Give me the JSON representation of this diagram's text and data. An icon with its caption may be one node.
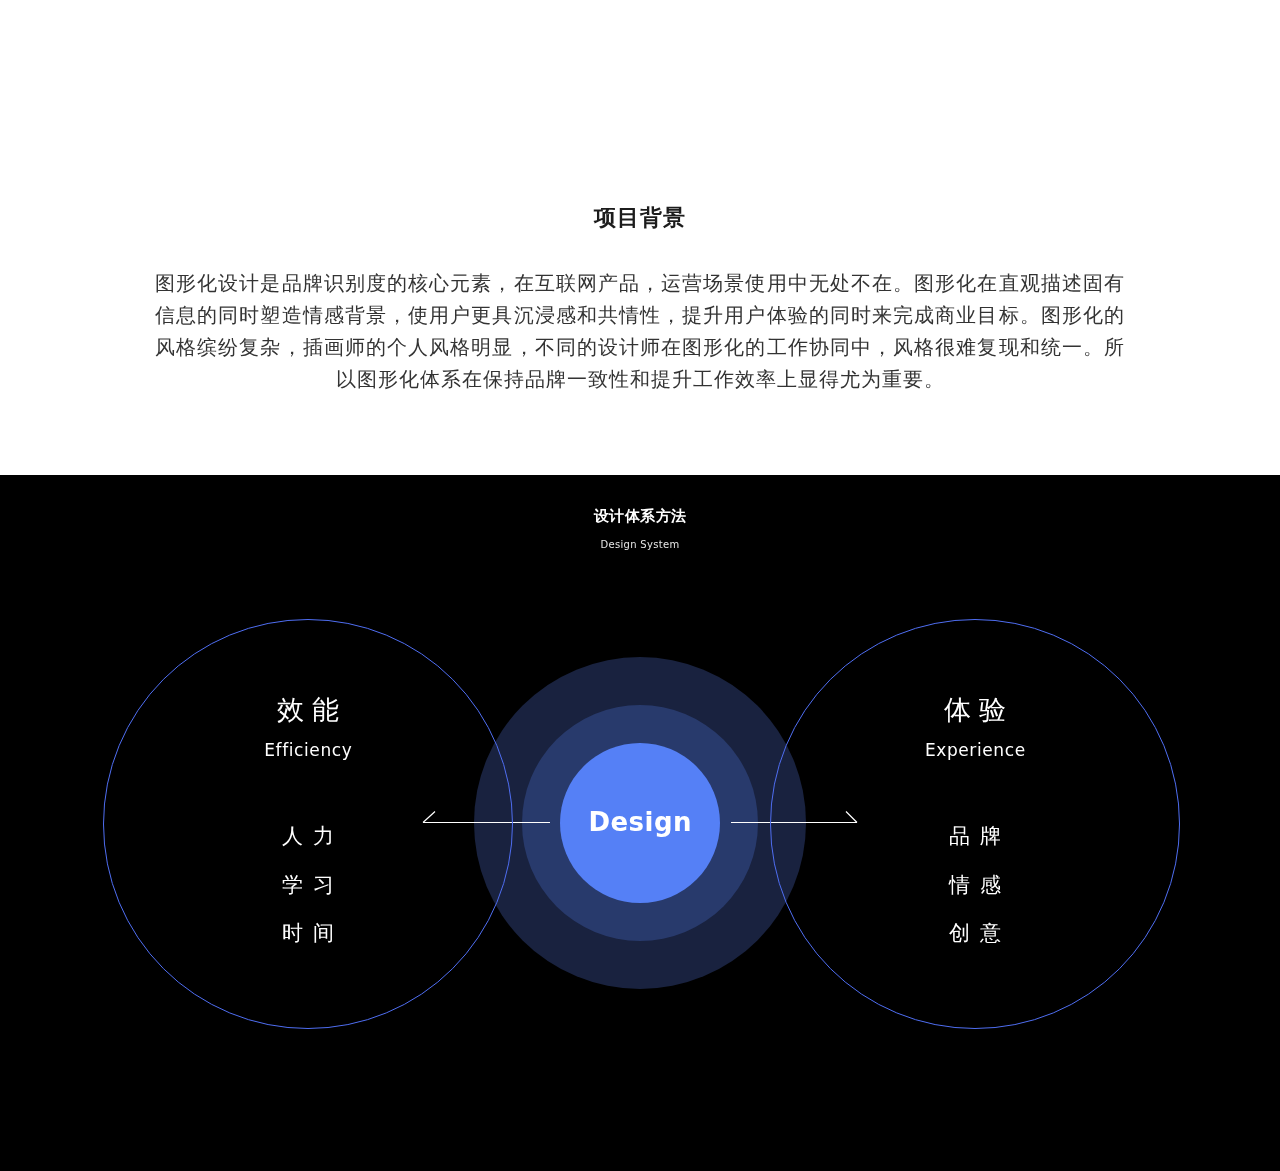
{
  "diagram": {
    "title": "项目背景",
    "nodes": [
      {
        "text": [
          "效能",
          "Efficiency",
          "人力",
          "学习",
          "时间"
        ]
      },
      {
        "text": [],
        "shape": "circle"
      },
      {
        "text": [],
        "shape": "circle",
        "in": 1
      },
      {
        "text": [
          "Design"
        ],
        "in": 2
      },
      {
        "text": [
          "体验",
          "Experience",
          "品牌",
          "情感",
          "创意"
        ]
      }
    ],
    "labels": [
      "图形化设计是品牌识别度的核心元素，在互联网产品，运营场景使用中无处不在。图形化在直观描述固有信息的同时塑造情感背景，使用户更具沉浸感和共情性，提升用户体验的同时来完成商业目标。图形化的风格缤纷复杂，插画师的个人风格明显，不同的设计师在图形化的工作协同中，风格很难复现和统一。所以图形化体系在保持品牌一致性和提升工作效率上显得尤为重要。",
      "设计体系方法",
      "Design System"
    ]
  }
}
